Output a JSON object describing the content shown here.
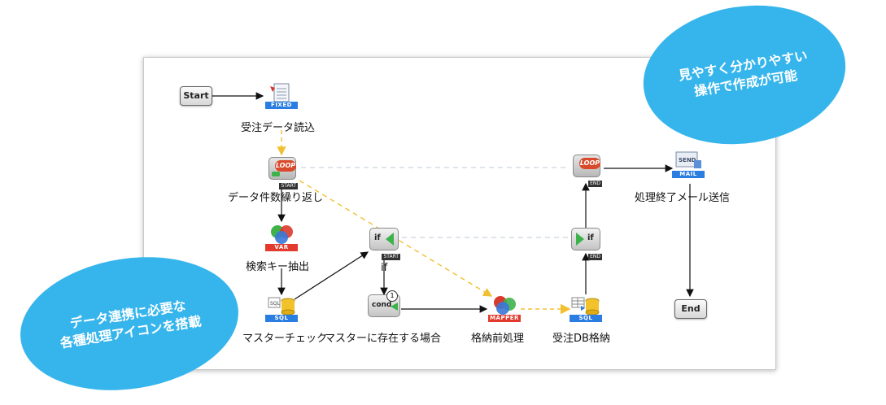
{
  "nodes": {
    "start": "Start",
    "end": "End",
    "read_label": "受注データ読込",
    "read_tag": "FIXED",
    "loop_start_label": "データ件数繰り返し",
    "loop_badge": "LOOP",
    "loop_start_tag": "START",
    "loop_end_tag": "END",
    "var_label": "検索キー抽出",
    "var_tag": "VAR",
    "sql_check_label": "マスターチェック",
    "sql_tag": "SQL",
    "if_label": "if",
    "if_start_label": "if",
    "if_start_tag": "START",
    "cond_label": "cond",
    "cond_badge": "1",
    "cond_caption": "マスターに存在する場合",
    "mapper_label": "格納前処理",
    "mapper_tag": "MAPPER",
    "sql_store_label": "受注DB格納",
    "if_end_label": "if",
    "if_end_tag": "END",
    "mail_label": "処理終了メール送信",
    "mail_tag": "MAIL",
    "mail_icon_text": "SEND"
  },
  "callouts": {
    "top_right_line1": "見やすく分かりやすい",
    "top_right_line2": "操作で作成が可能",
    "bottom_left_line1": "データ連携に必要な",
    "bottom_left_line2": "各種処理アイコンを搭載"
  },
  "colors": {
    "callout": "#36b5ec",
    "tag_blue": "#2a7de1",
    "tag_red": "#e23b2e",
    "dashed_flow": "#f0c030",
    "dashed_link": "#c9d3dc"
  }
}
